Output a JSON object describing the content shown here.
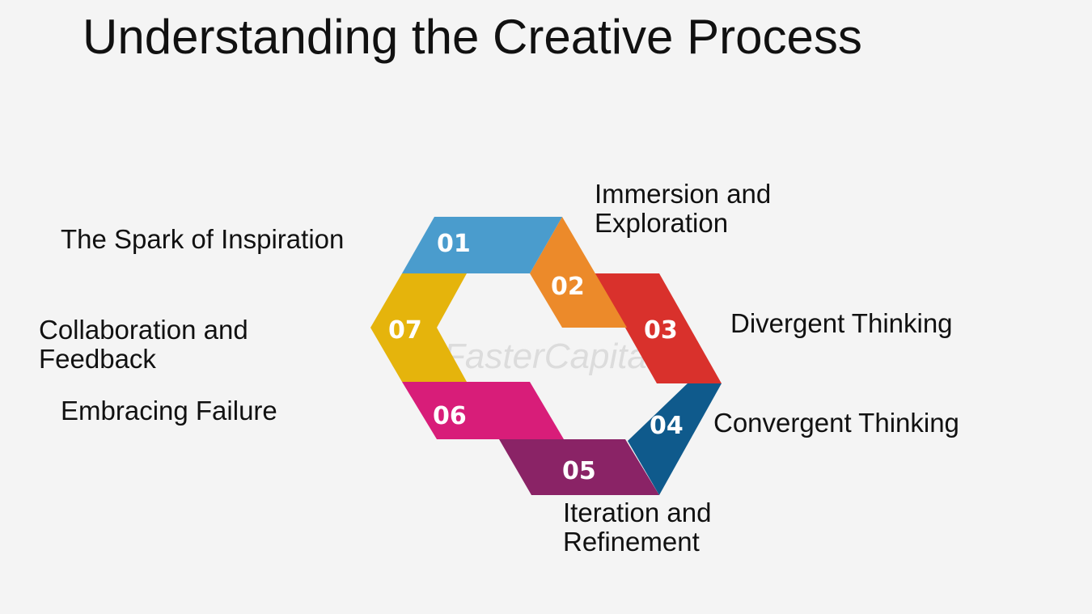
{
  "title": "Understanding the Creative Process",
  "watermark": "FasterCapital",
  "steps": [
    {
      "number": "01",
      "label": "The Spark of Inspiration",
      "color": "#4a9ccd"
    },
    {
      "number": "02",
      "label": "Immersion and\nExploration",
      "color": "#ec8a2a"
    },
    {
      "number": "03",
      "label": "Divergent Thinking",
      "color": "#d9312c"
    },
    {
      "number": "04",
      "label": "Convergent Thinking",
      "color": "#0f5a8c"
    },
    {
      "number": "05",
      "label": "Iteration and\nRefinement",
      "color": "#8a2366"
    },
    {
      "number": "06",
      "label": "Embracing Failure",
      "color": "#d81d79"
    },
    {
      "number": "07",
      "label": "Collaboration and\nFeedback",
      "color": "#e5b40c"
    }
  ]
}
